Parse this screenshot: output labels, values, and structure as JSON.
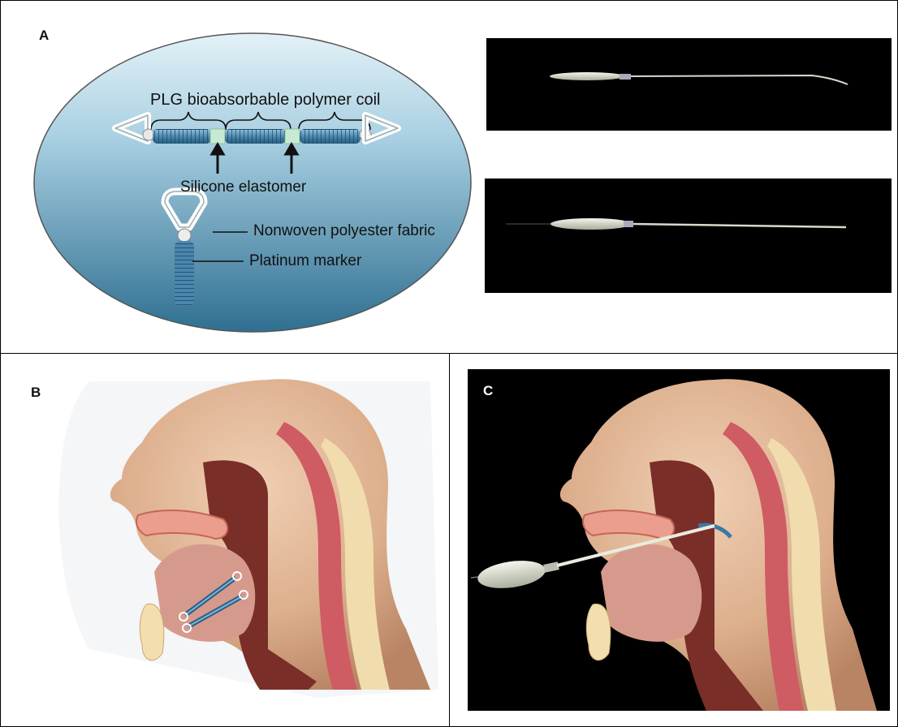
{
  "panels": {
    "a": {
      "letter": "A"
    },
    "b": {
      "letter": "B"
    },
    "c": {
      "letter": "C"
    }
  },
  "labels": {
    "coil": "PLG bioabsorbable polymer coil",
    "silicone": "Silicone elastomer",
    "fabric": "Nonwoven polyester fabric",
    "marker": "Platinum marker"
  },
  "colors": {
    "ellipse_top": "#cfe6f1",
    "ellipse_bottom": "#2f6f91",
    "coil": "#3f7fa6",
    "skin": "#e2b797",
    "spine": "#cf5c62",
    "bone": "#f1dcae",
    "device": "#e3e6da"
  }
}
